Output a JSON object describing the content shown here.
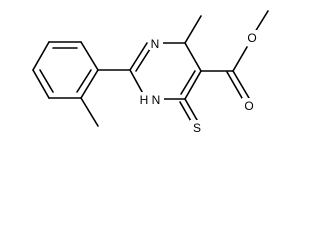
{
  "molecule": {
    "atoms": {
      "n3": "N",
      "n1": "N",
      "h1": "H",
      "s": "S",
      "o_carbonyl": "O",
      "o_ether": "O"
    }
  },
  "colors": {
    "bond": "#000000",
    "label": "#000000",
    "background": "#ffffff"
  }
}
